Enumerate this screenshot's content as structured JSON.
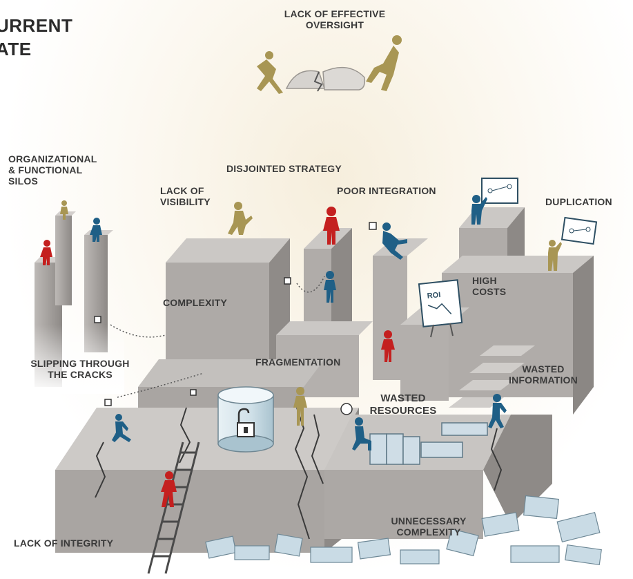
{
  "title": {
    "line1": "URRENT",
    "line2": "ATE"
  },
  "labels": {
    "lack_of_effective_oversight_1": "LACK OF EFFECTIVE",
    "lack_of_effective_oversight_2": "OVERSIGHT",
    "organizational_silos_1": "ORGANIZATIONAL",
    "organizational_silos_2": "& FUNCTIONAL",
    "organizational_silos_3": "SILOS",
    "disjointed_strategy": "DISJOINTED STRATEGY",
    "lack_of_visibility_1": "LACK OF",
    "lack_of_visibility_2": "VISIBILITY",
    "poor_integration": "POOR INTEGRATION",
    "duplication": "DUPLICATION",
    "high_costs_1": "HIGH",
    "high_costs_2": "COSTS",
    "complexity": "COMPLEXITY",
    "slipping_through_cracks_1": "SLIPPING THROUGH",
    "slipping_through_cracks_2": "THE CRACKS",
    "fragmentation": "FRAGMENTATION",
    "wasted_information_1": "WASTED",
    "wasted_information_2": "INFORMATION",
    "wasted_resources_1": "WASTED",
    "wasted_resources_2": "RESOURCES",
    "unnecessary_complexity_1": "UNNECESSARY",
    "unnecessary_complexity_2": "COMPLEXITY",
    "lack_of_integrity": "LACK OF INTEGRITY",
    "roi_sign": "ROI"
  },
  "colors": {
    "stone_top": "#c9c6c4",
    "stone_front": "#a9a5a2",
    "stone_side": "#8e8a87",
    "figure_blue": "#1f5f86",
    "figure_red": "#c4201f",
    "figure_gold": "#a89654",
    "label_text": "#3a3a3a",
    "cylinder": "#d9e7ee",
    "equipment": "#c8d8e2"
  }
}
